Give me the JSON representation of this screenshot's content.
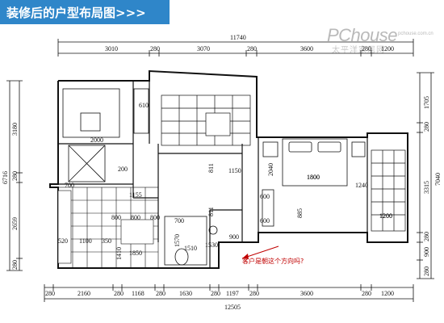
{
  "banner": {
    "title": "装修后的户型布局图>>>",
    "color": "#2f86c9"
  },
  "watermark": {
    "logo": "PChouse",
    "domain": "pchouse.com.cn",
    "subtitle": "太平洋家居网"
  },
  "note": {
    "text": "客户是朝这个方向吗?",
    "color": "#c00000"
  },
  "dimensions": {
    "top_total": "11740",
    "top_segments": [
      "3010",
      "280",
      "3070",
      "280",
      "3600",
      "280",
      "1200"
    ],
    "bottom_total": "12505",
    "bottom_segments": [
      "280",
      "2160",
      "280",
      "1168",
      "280",
      "1630",
      "280",
      "1197",
      "280",
      "3600",
      "280",
      "1200"
    ],
    "left_total": "6716",
    "left_segments": [
      "3180",
      "280",
      "2659",
      "280"
    ],
    "right_total": "7040",
    "right_segments": [
      "1705",
      "280",
      "3315",
      "280",
      "900",
      "280"
    ],
    "interior": [
      "610",
      "2000",
      "1800",
      "1200",
      "700",
      "1155",
      "1100",
      "350",
      "520",
      "800",
      "800",
      "800",
      "700",
      "1850",
      "1570",
      "1510",
      "1150",
      "600",
      "811",
      "811",
      "2040",
      "1800",
      "885",
      "600",
      "1240",
      "1200",
      "900",
      "200",
      "1410",
      "1530"
    ]
  }
}
